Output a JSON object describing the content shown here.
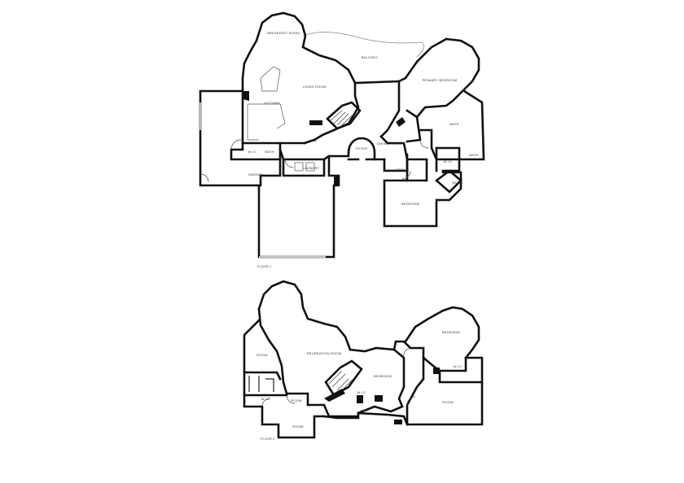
{
  "floor1": {
    "caption": "FLOOR 1",
    "rooms": {
      "breakfast_room": "BREAKFAST ROOM",
      "balcony": "BALCONY",
      "living_room": "LIVING ROOM",
      "kitchen": "KITCHEN",
      "primary_bedroom": "PRIMARY BEDROOM",
      "bath_primary": "BATH",
      "wic_primary": "W.I.C",
      "bath_primary_2": "BATH",
      "bath_primary_3": "BATH",
      "dining_room": "DINING ROOM",
      "foyer": "FOYER",
      "hall": "HALL",
      "wic_hall": "W.I.C",
      "bath_hall": "BATH",
      "laundry": "LAUNDRY",
      "garage": "GARAGE",
      "bath_bedroom": "BATH",
      "bedroom": "BEDROOM"
    }
  },
  "floor2": {
    "caption": "FLOOR 2",
    "rooms": {
      "room_left": "ROOM",
      "recreation_room": "RECREATION ROOM",
      "bedroom_center": "BEDROOM",
      "bedroom_right": "BEDROOM",
      "wic_right": "W.I.C",
      "room_right": "ROOM",
      "wic_left": "W.I.C",
      "wic_center": "W.I.C",
      "room_mid": "ROOM",
      "room_bottom": "ROOM",
      "hall": "HALL"
    }
  }
}
